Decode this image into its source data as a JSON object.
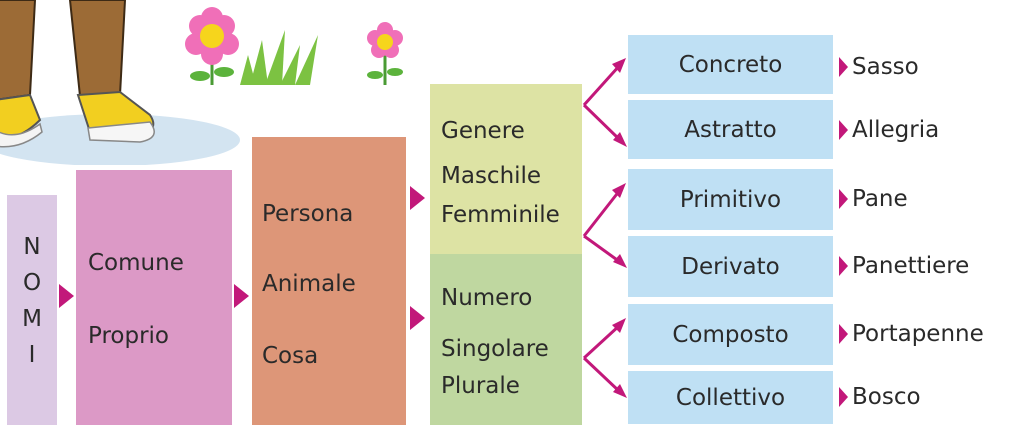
{
  "root": {
    "letters": [
      "N",
      "O",
      "M",
      "I"
    ]
  },
  "level1": {
    "items": [
      "Comune",
      "Proprio"
    ]
  },
  "level2": {
    "items": [
      "Persona",
      "Animale",
      "Cosa"
    ]
  },
  "genere": {
    "title": "Genere",
    "line1": "Maschile",
    "line2": "Femminile"
  },
  "numero": {
    "title": "Numero",
    "line1": "Singolare",
    "line2": "Plurale"
  },
  "types": [
    {
      "label": "Concreto",
      "example": "Sasso"
    },
    {
      "label": "Astratto",
      "example": "Allegria"
    },
    {
      "label": "Primitivo",
      "example": "Pane"
    },
    {
      "label": "Derivato",
      "example": "Panettiere"
    },
    {
      "label": "Composto",
      "example": "Portapenne"
    },
    {
      "label": "Collettivo",
      "example": "Bosco"
    }
  ],
  "colors": {
    "root": "#dcc9e4",
    "level1": "#dc99c6",
    "level2": "#dd9678",
    "genere": "#dde3a4",
    "numero": "#bfd7a0",
    "type_box": "#bfe0f4",
    "arrow": "#c2187a"
  },
  "illustration": {
    "content": [
      "legs-with-sneakers",
      "flower-icon",
      "grass-icon"
    ]
  }
}
